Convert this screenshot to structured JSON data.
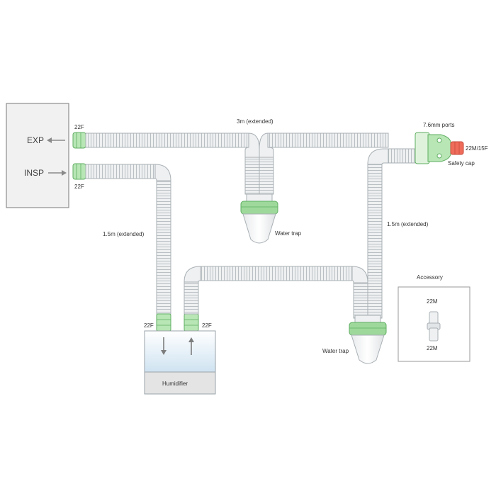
{
  "labels": {
    "exp": "EXP",
    "insp": "INSP",
    "port_exp": "22F",
    "port_insp": "22F",
    "tube_top": "3m (extended)",
    "tube_left": "1.5m (extended)",
    "tube_right": "1.5m (extended)",
    "water_trap_top": "Water trap",
    "water_trap_bottom": "Water trap",
    "ports": "7.6mm ports",
    "wye": "22M/15F",
    "safety_cap": "Safety cap",
    "humid_left_port": "22F",
    "humid_right_port": "22F",
    "humidifier": "Humidifier",
    "accessory_title": "Accessory",
    "accessory_top": "22M",
    "accessory_bottom": "22M"
  },
  "colors": {
    "tube_fill": "#eef0f1",
    "tube_stroke": "#a9b0b5",
    "green": "#8fd48f",
    "green_dark": "#5fae62",
    "red_cap": "#f06c5a",
    "ventilator_fill": "#f1f1f1",
    "humid_water": "#dcecf6",
    "humid_base": "#e4e4e4"
  }
}
